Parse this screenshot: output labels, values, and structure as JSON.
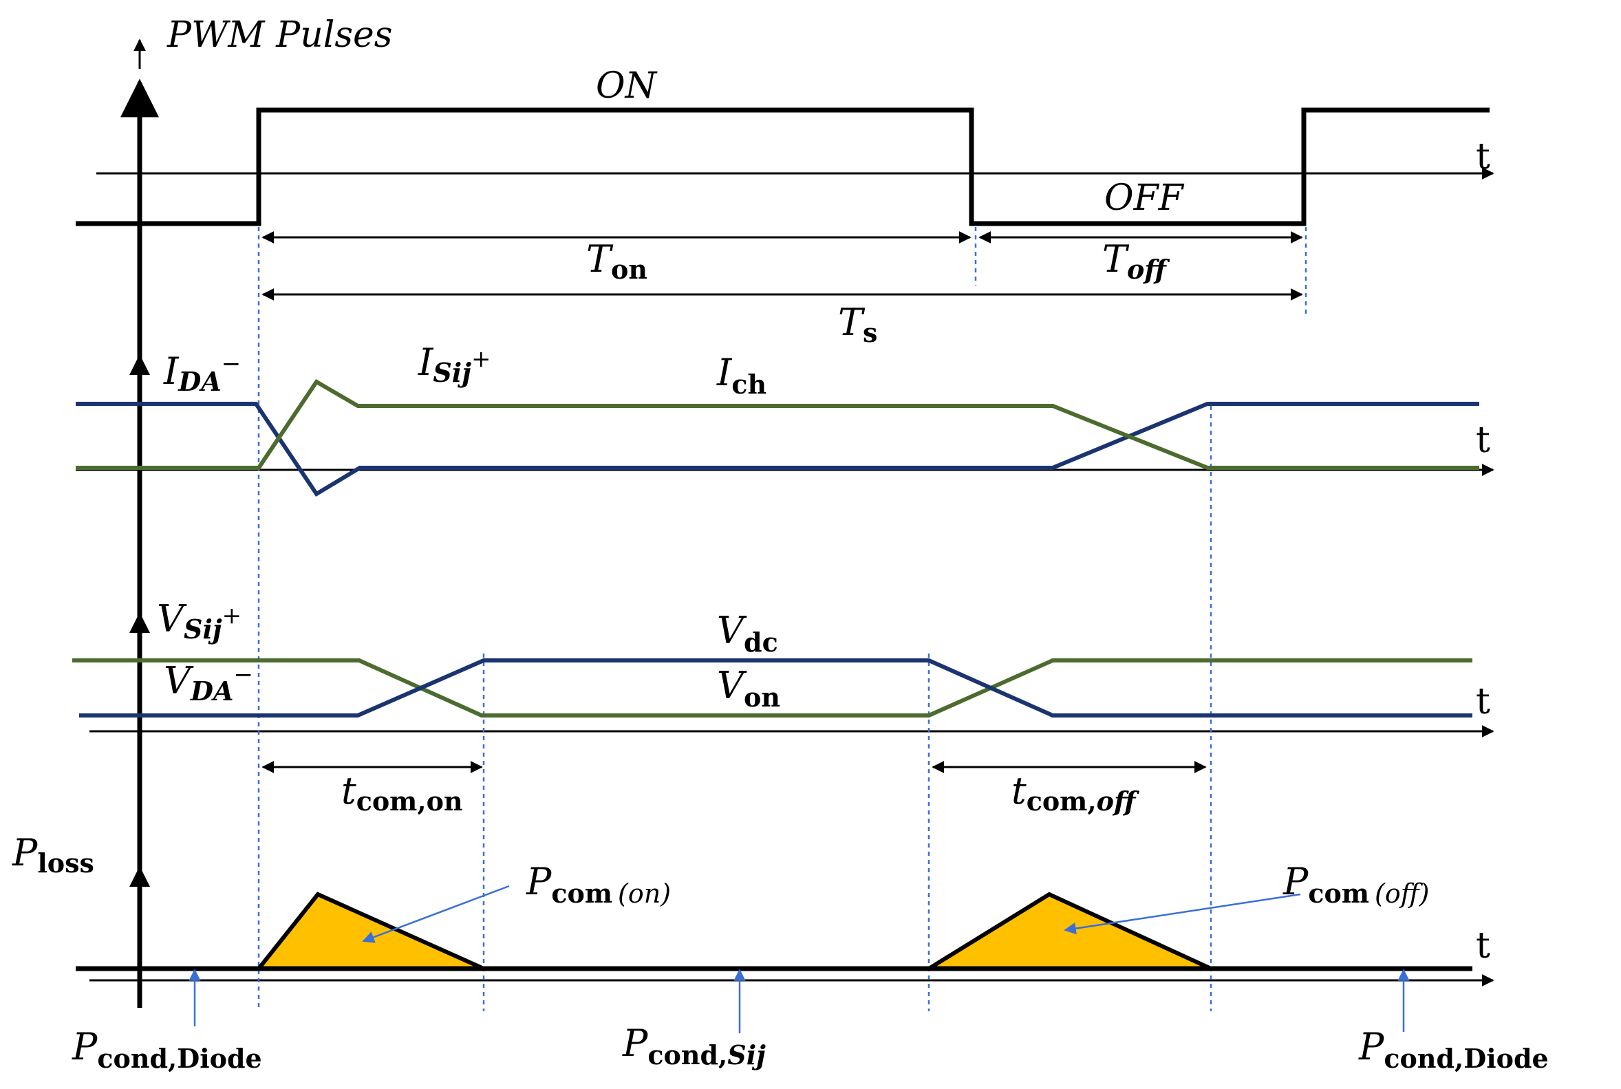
{
  "colors": {
    "axis": "#000000",
    "pwm": "#000000",
    "blue_trace": "#1a3470",
    "green_trace": "#4c6b2e",
    "dashed_guide": "#3a6fd8",
    "loss_fill": "#ffc000",
    "arrow_blue": "#3a6fd8"
  },
  "icons": {
    "axis_arrow": "arrowhead",
    "dimension_arrow": "double-arrow"
  },
  "panels": {
    "pwm": {
      "title": "PWM Pulses",
      "on_label": "ON",
      "off_label": "OFF",
      "t_axis": "t",
      "ton": {
        "main": "T",
        "sub": "on"
      },
      "toff": {
        "main": "T",
        "sub": "off"
      },
      "ts": {
        "main": "T",
        "sub": "s"
      }
    },
    "current": {
      "ida": {
        "main": "I",
        "sub": "DA",
        "sup": "−"
      },
      "isij": {
        "main": "I",
        "sub": "Sij",
        "sup": "+"
      },
      "ich": {
        "main": "I",
        "sub": "ch"
      },
      "t_axis": "t"
    },
    "voltage": {
      "vsij": {
        "main": "V",
        "sub": "Sij",
        "sup": "+"
      },
      "vda": {
        "main": "V",
        "sub": "DA",
        "sup": "−"
      },
      "vdc": {
        "main": "V",
        "sub": "dc"
      },
      "von": {
        "main": "V",
        "sub": "on"
      },
      "t_axis": "t",
      "tcom_on": {
        "main": "t",
        "sub": "com,on"
      },
      "tcom_off": {
        "main": "t",
        "sub": "com,",
        "sub_italic": "off"
      }
    },
    "loss": {
      "ploss": {
        "main": "P",
        "sub": "loss"
      },
      "pcom_on": {
        "main": "P",
        "sub": "com",
        "paren": "(on)"
      },
      "pcom_off": {
        "main": "P",
        "sub": "com",
        "paren": "(off)"
      },
      "t_axis": "t",
      "pcond_diode_left": {
        "main": "P",
        "sub": "cond,Diode"
      },
      "pcond_sij": {
        "main": "P",
        "sub": "cond,",
        "sub_italic": "Sij"
      },
      "pcond_diode_right": {
        "main": "P",
        "sub": "cond,Diode"
      }
    }
  }
}
